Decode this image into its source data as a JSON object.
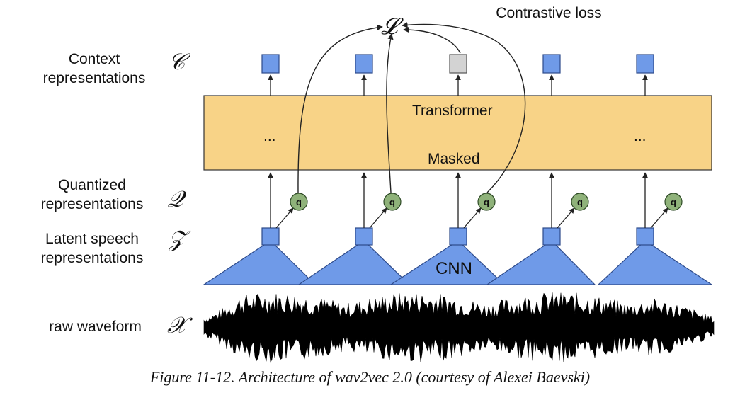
{
  "labels": {
    "contrastive_loss": "Contrastive loss",
    "loss_symbol": "𝓛",
    "context": "Context representations",
    "context_symbol": "𝒞",
    "quantized": "Quantized representations",
    "quantized_symbol": "𝒬",
    "latent": "Latent speech representations",
    "latent_symbol": "𝒵",
    "raw": "raw waveform",
    "raw_symbol": "𝒳",
    "transformer": "Transformer",
    "masked": "Masked",
    "ellipsis_left": "...",
    "ellipsis_right": "...",
    "cnn": "CNN",
    "q": "q"
  },
  "caption": "Figure 11-12. Architecture of wav2vec 2.0 (courtesy of Alexei Baevski)",
  "colors": {
    "blue": "#6f9ae8",
    "blue_dark": "#2d4a8a",
    "masked_gray": "#d3d3d3",
    "transformer_fill": "#f8d387",
    "q_fill": "#8fb27a",
    "waveform": "#000000"
  }
}
